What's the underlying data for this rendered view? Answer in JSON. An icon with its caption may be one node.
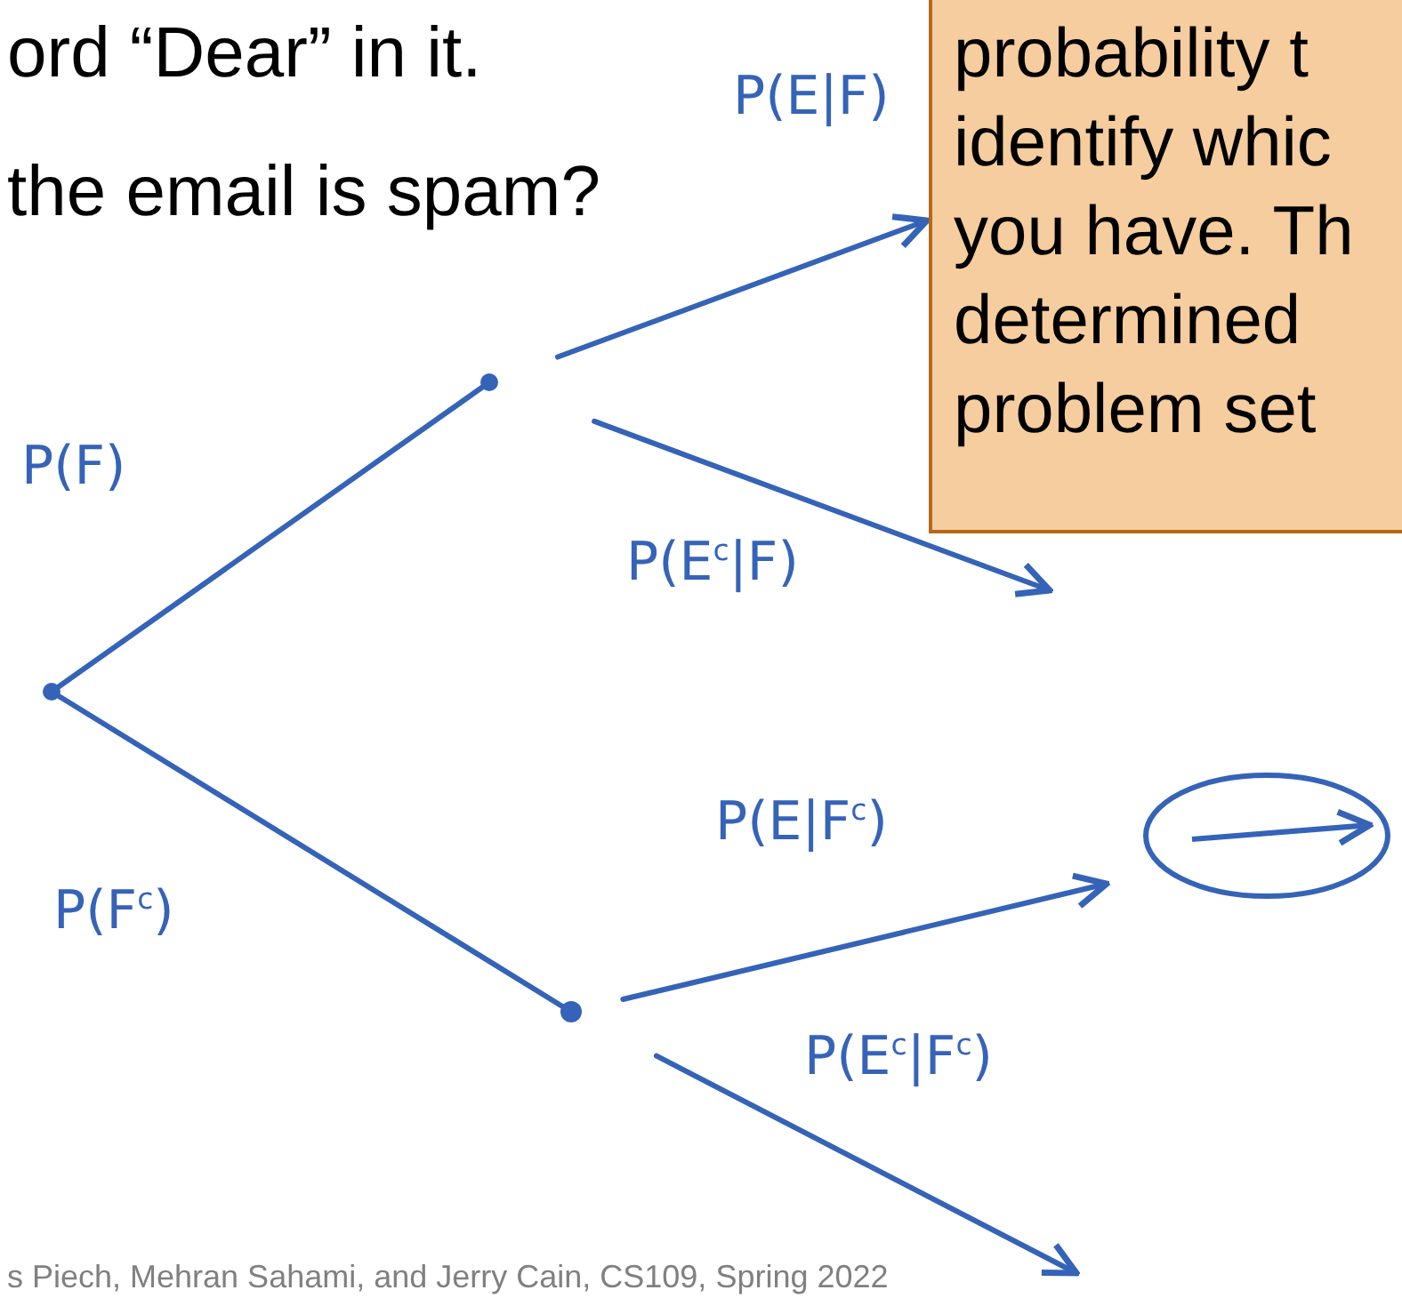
{
  "diagram": {
    "nodes": [
      {
        "text": [],
        "shape": "point"
      },
      {
        "text": [],
        "shape": "point"
      },
      {
        "text": [],
        "shape": "point"
      },
      {
        "text": [
          "probability t identify whic you have. Th determined problem set"
        ]
      }
    ],
    "edges": [
      {
        "from": 0,
        "to": 1,
        "arrow": "none",
        "label": "P(F)"
      },
      {
        "from": 0,
        "to": 2,
        "arrow": "none",
        "label": "P(F$^{c}$)"
      },
      {
        "from": 1,
        "to": 3,
        "arrow": "to",
        "label": "P(E|F)"
      },
      {
        "from": 1,
        "to": null,
        "arrow": "to",
        "label": "P(E$^{c}$|F)"
      },
      {
        "from": 2,
        "to": null,
        "arrow": "to",
        "label": "P(E|F$^{c}$)"
      },
      {
        "from": 2,
        "to": null,
        "arrow": "to",
        "label": "P(E$^{c}$|F$^{c}$)"
      }
    ],
    "labels": [
      "ord “Dear” in it.",
      "the email is spam?",
      "s Piech, Mehran Sahami, and Jerry Cain, CS109, Spring 2022"
    ]
  }
}
